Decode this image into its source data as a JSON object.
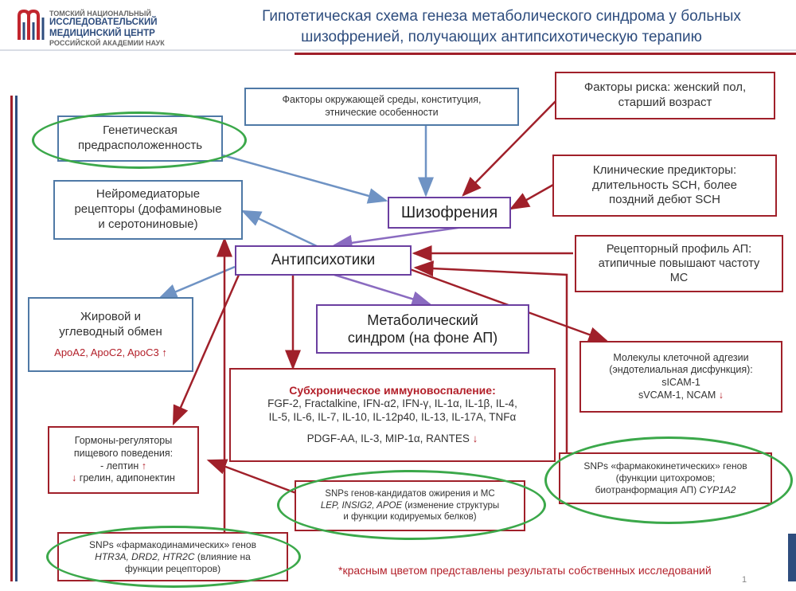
{
  "logo": {
    "line1": "ТОМСКИЙ НАЦИОНАЛЬНЫЙ",
    "line2": "ИССЛЕДОВАТЕЛЬСКИЙ",
    "line3": "МЕДИЦИНСКИЙ ЦЕНТР",
    "line4": "РОССИЙСКОЙ АКАДЕМИИ НАУК"
  },
  "title": {
    "line1": "Гипотетическая схема генеза метаболического синдрома у больных",
    "line2": "шизофренией, получающих антипсихотическую терапию"
  },
  "colors": {
    "blue_border": "#4f79a6",
    "red_border": "#a0202a",
    "purple_border": "#6b3fa0",
    "green_ellipse": "#3ba84a",
    "red_text": "#b3202a"
  },
  "boxes": {
    "environment": {
      "line1": "Факторы окружающей среды, конституция,",
      "line2": "этнические особенности"
    },
    "risk": {
      "line1": "Факторы риска: женский пол,",
      "line2": "старший возраст"
    },
    "genetic": {
      "line1": "Генетическая",
      "line2": "предрасположенность"
    },
    "clinical": {
      "line1": "Клинические предикторы:",
      "line2": "длительность SCH, более",
      "line3": "поздний дебют SCH"
    },
    "neuro": {
      "line1": "Нейромедиаторые",
      "line2": "рецепторы (дофаминовые",
      "line3": "и серотониновые)"
    },
    "schizo": {
      "label": "Шизофрения"
    },
    "antipsy": {
      "label": "Антипсихотики"
    },
    "receptor_profile": {
      "line1": "Рецепторный профиль АП:",
      "line2": "атипичные повышают частоту",
      "line3": "МС"
    },
    "fat": {
      "line1": "Жировой и",
      "line2": "углеводный обмен",
      "line3": "ApoA2, ApoC2, ApoC3"
    },
    "metabolic": {
      "line1": "Метаболический",
      "line2": "синдром (на фоне АП)"
    },
    "adhesion": {
      "line1": "Молекулы  клеточной адгезии",
      "line2": "(эндотелиальная дисфункция):",
      "line3": "sICAM-1",
      "line4": "sVCAM-1, NCAM"
    },
    "immune": {
      "title": "Субхроническое иммуновоспаление:",
      "line1": "FGF-2, Fractalkine, IFN-α2, IFN-γ, IL-1α, IL-1β, IL-4,",
      "line2": "IL-5, IL-6, IL-7, IL-10, IL-12p40, IL-13, IL-17A, TNFα",
      "line3": "PDGF-AA, IL-3, MIP-1α, RANTES"
    },
    "hormones": {
      "line1": "Гормоны-регуляторы",
      "line2": "пищевого поведения:",
      "line3a": "-",
      "line3b": "лептин",
      "line4": "грелин, адипонектин"
    },
    "pk_snps": {
      "line1": "SNPs «фармакокинетических» генов",
      "line2": "(функции цитохромов;",
      "line3a": "биотранформация АП)",
      "line3b": "CYP1A2"
    },
    "obesity_snps": {
      "line1": "SNPs генов-кандидатов ожирения и МС",
      "line2a": "LEP, INSIG2, APOE",
      "line2b": "(изменение структуры",
      "line3": "и функции кодируемых белков)"
    },
    "pd_snps": {
      "line1": "SNPs «фармакодинамических» генов",
      "line2a": "HTR3A, DRD2, HTR2C",
      "line2b": "(влияние на",
      "line3": "функции рецепторов)"
    }
  },
  "footnote": "*красным цветом представлены результаты собственных исследований",
  "page_number": "1",
  "arrows": {
    "up": "↑",
    "down": "↓"
  }
}
